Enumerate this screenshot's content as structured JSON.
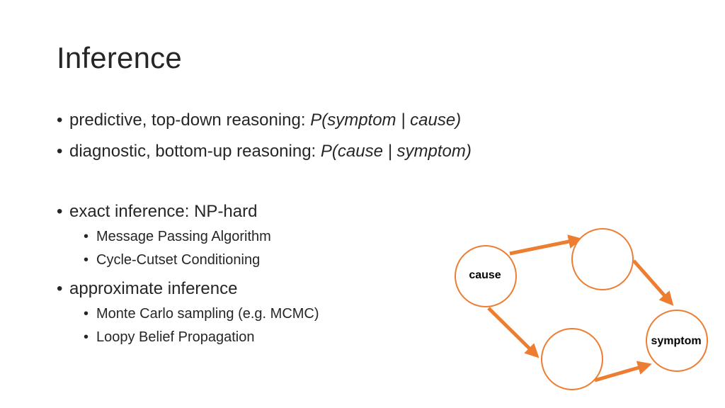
{
  "slide": {
    "title": "Inference",
    "bullets": [
      {
        "lead": "predictive, top-down reasoning: ",
        "formula": "P(symptom | cause)"
      },
      {
        "lead": "diagnostic, bottom-up reasoning: ",
        "formula": "P(cause | symptom)"
      },
      {
        "text": "exact inference: NP-hard"
      },
      {
        "text": "Message Passing Algorithm"
      },
      {
        "text": "Cycle-Cutset Conditioning"
      },
      {
        "text": "approximate inference"
      },
      {
        "text": "Monte Carlo sampling (e.g. MCMC)"
      },
      {
        "text": "Loopy Belief Propagation"
      }
    ],
    "bullet_glyph": "•"
  },
  "diagram": {
    "nodes": {
      "cause": "cause",
      "upper": "",
      "lower": "",
      "symptom": "symptom"
    },
    "edges": [
      {
        "from": "cause",
        "to": "upper"
      },
      {
        "from": "cause",
        "to": "lower"
      },
      {
        "from": "upper",
        "to": "symptom"
      },
      {
        "from": "lower",
        "to": "symptom"
      }
    ],
    "colors": {
      "node_stroke": "#ED7D31",
      "edge": "#ED7D31"
    }
  }
}
